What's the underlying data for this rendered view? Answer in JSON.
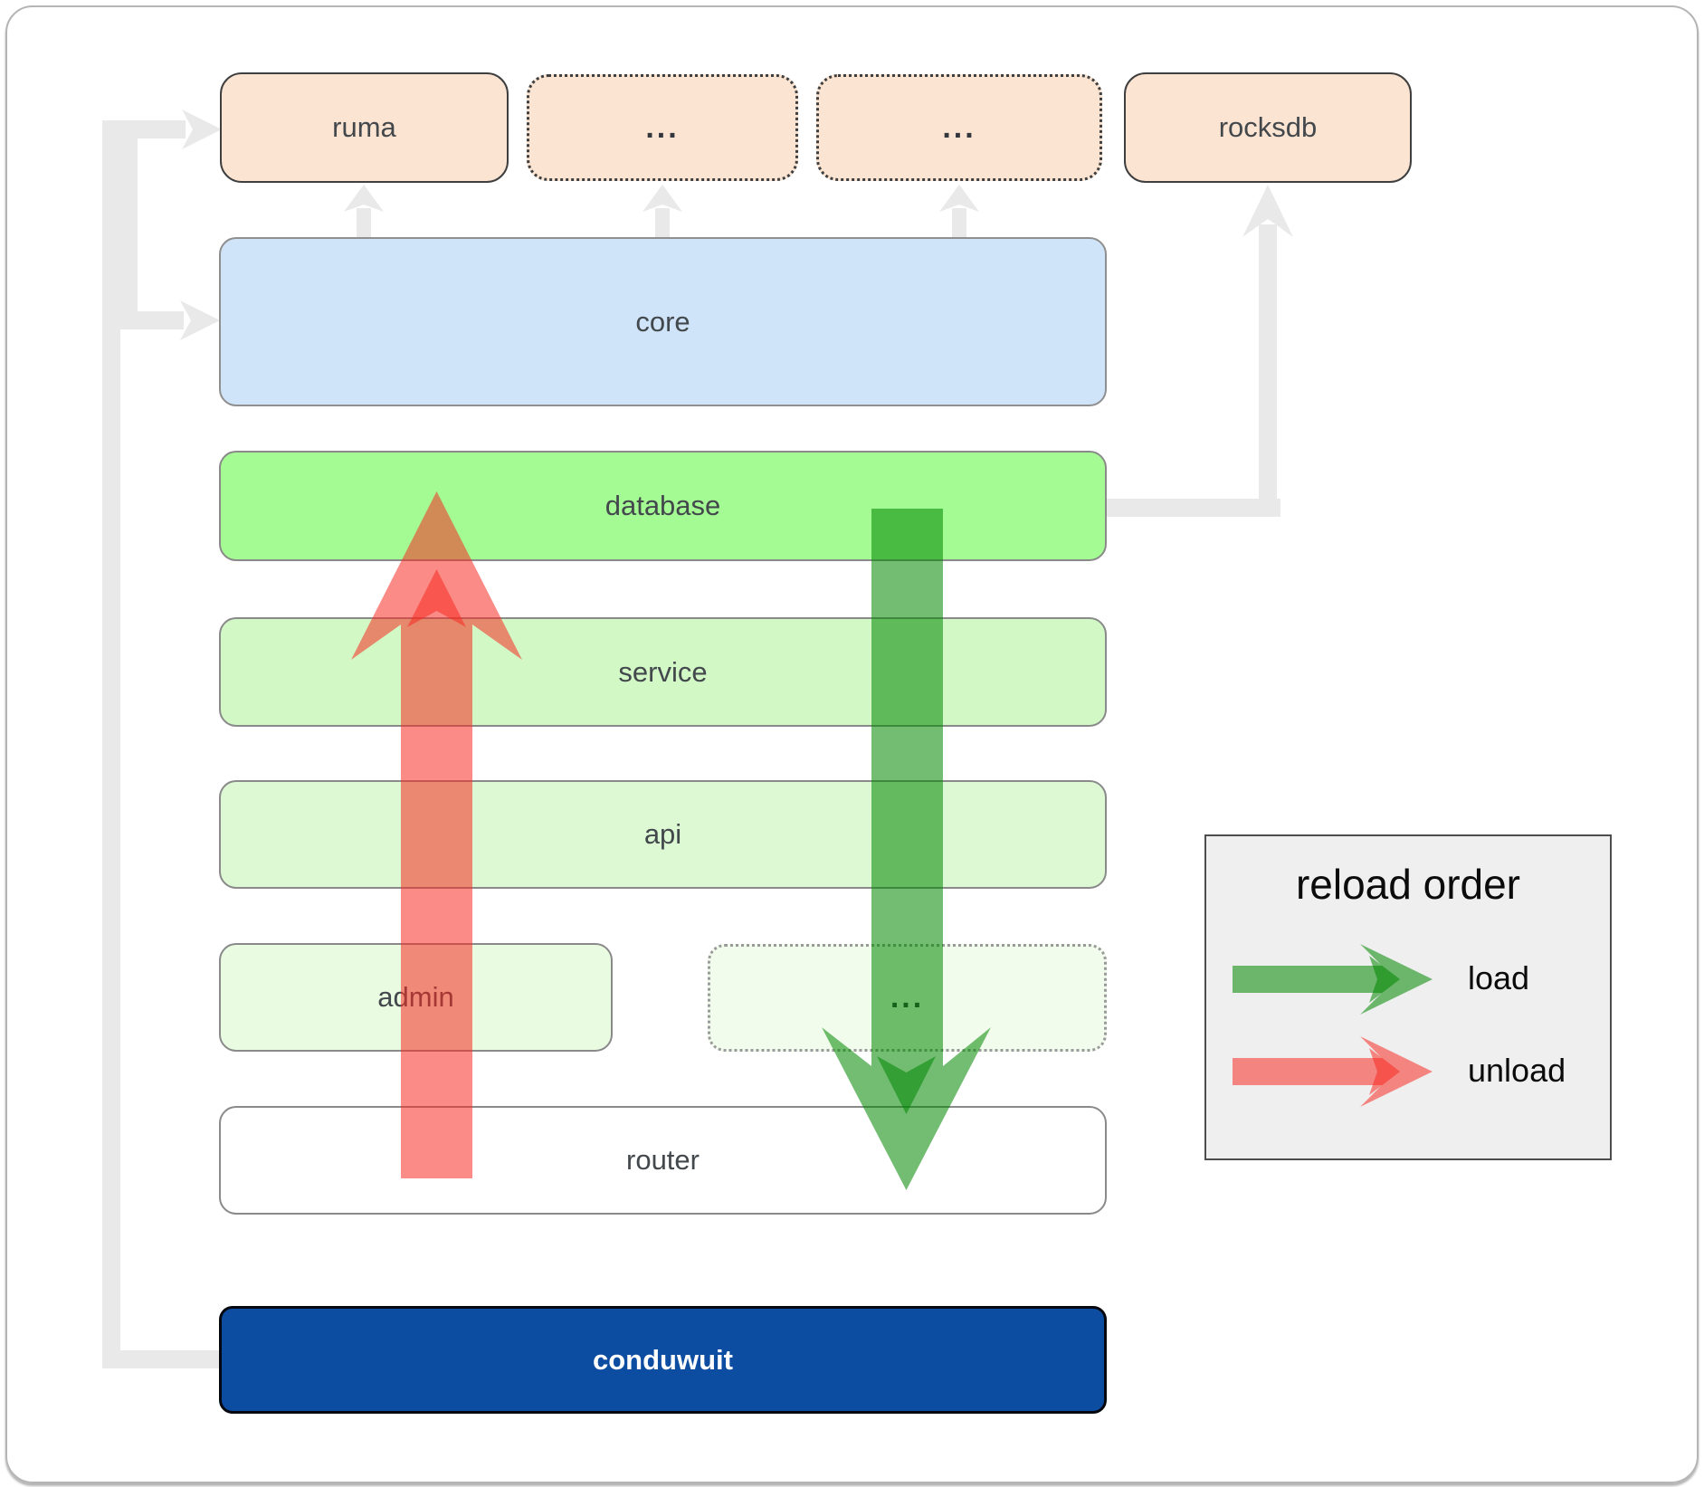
{
  "nodes": {
    "ruma": "ruma",
    "ellipsis_top_1": "...",
    "ellipsis_top_2": "...",
    "rocksdb": "rocksdb",
    "core": "core",
    "database": "database",
    "service": "service",
    "api": "api",
    "admin": "admin",
    "ellipsis_admin": "...",
    "router": "router",
    "conduwuit": "conduwuit"
  },
  "legend": {
    "title": "reload order",
    "load_label": "load",
    "unload_label": "unload"
  },
  "colors": {
    "dependency_fill": "#fce4d2",
    "core_fill": "#d0e4f9",
    "database_fill": "#a5fb93",
    "service_fill": "#d2f8c6",
    "api_fill": "#ddf9d3",
    "admin_fill": "#e9fbe1",
    "admin_ellipsis_fill": "#f1fcec",
    "router_fill": "#ffffff",
    "conduwuit_fill": "#0c4da2",
    "conduwuit_text": "#ffffff",
    "load_arrow_green": "#008700",
    "unload_arrow_red": "#f52b22",
    "connector_gray": "#e9e9e9",
    "legend_bg": "#efefef"
  }
}
